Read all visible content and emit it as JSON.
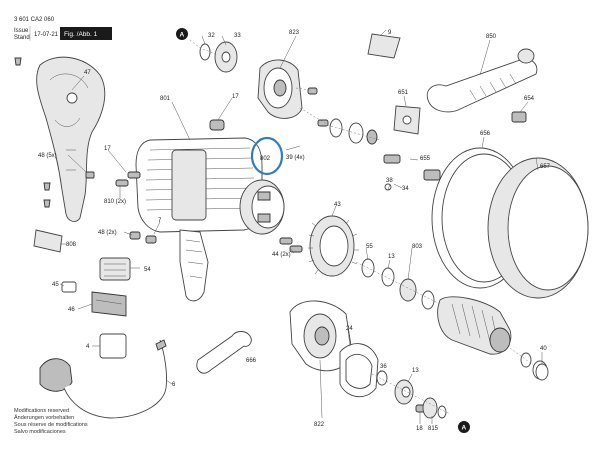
{
  "header": {
    "doc_number": "3 601 CA2 060",
    "issue_label": "Issue",
    "stand_label": "Stand",
    "date": "17-07-21",
    "fig_label": "Fig. /Abb. 1"
  },
  "highlight": {
    "part": "802",
    "color": "#2f7fbf"
  },
  "markers": {
    "a": "A"
  },
  "labels": {
    "l32": "32",
    "l33": "33",
    "l823": "823",
    "l9": "9",
    "l850": "850",
    "l47": "47",
    "l801": "801",
    "l17a": "17",
    "l651": "651",
    "l654": "654",
    "l656": "656",
    "l657": "657",
    "l48_5x": "48 (5x)",
    "l17b": "17",
    "l802": "802",
    "l39_4x": "39 (4x)",
    "l655": "655",
    "l34": "34",
    "l38": "38",
    "l810_2x": "810 (2x)",
    "l43": "43",
    "l808": "808",
    "l48_2x": "48 (2x)",
    "l7": "7",
    "l55": "55",
    "l803": "803",
    "l44_2x": "44 (2x)",
    "l13a": "13",
    "l54": "54",
    "l45": "45",
    "l46": "46",
    "l24": "24",
    "l36": "36",
    "l4": "4",
    "l6": "6",
    "l40": "40",
    "l13b": "13",
    "l18": "18",
    "l822": "822",
    "l815": "815"
  },
  "footer": {
    "line1": "Modifications reserved",
    "line2": "Änderungen vorbehalten",
    "line3": "Sous réserve de modifications",
    "line4": "Salvo modificaciones"
  }
}
